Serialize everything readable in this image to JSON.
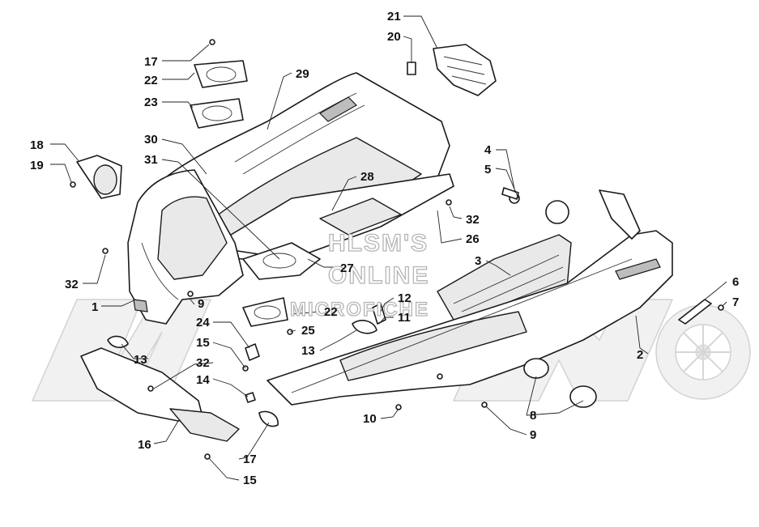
{
  "watermark": {
    "line1": "HLSM'S",
    "line2": "ONLINE",
    "line3": "MICROFICHE"
  },
  "callouts": [
    {
      "id": "c17a",
      "label": "17"
    },
    {
      "id": "c22a",
      "label": "22"
    },
    {
      "id": "c23",
      "label": "23"
    },
    {
      "id": "c29",
      "label": "29"
    },
    {
      "id": "c21",
      "label": "21"
    },
    {
      "id": "c20",
      "label": "20"
    },
    {
      "id": "c18",
      "label": "18"
    },
    {
      "id": "c19",
      "label": "19"
    },
    {
      "id": "c30",
      "label": "30"
    },
    {
      "id": "c31",
      "label": "31"
    },
    {
      "id": "c28",
      "label": "28"
    },
    {
      "id": "c4",
      "label": "4"
    },
    {
      "id": "c5",
      "label": "5"
    },
    {
      "id": "c32a",
      "label": "32"
    },
    {
      "id": "c26",
      "label": "26"
    },
    {
      "id": "c3",
      "label": "3"
    },
    {
      "id": "c27",
      "label": "27"
    },
    {
      "id": "c32b",
      "label": "32"
    },
    {
      "id": "c1",
      "label": "1"
    },
    {
      "id": "c9a",
      "label": "9"
    },
    {
      "id": "c12",
      "label": "12"
    },
    {
      "id": "c11",
      "label": "11"
    },
    {
      "id": "c22b",
      "label": "22"
    },
    {
      "id": "c6",
      "label": "6"
    },
    {
      "id": "c7",
      "label": "7"
    },
    {
      "id": "c24",
      "label": "24"
    },
    {
      "id": "c25",
      "label": "25"
    },
    {
      "id": "c15a",
      "label": "15"
    },
    {
      "id": "c13a",
      "label": "13"
    },
    {
      "id": "c2",
      "label": "2"
    },
    {
      "id": "c13b",
      "label": "13"
    },
    {
      "id": "c32c",
      "label": "32"
    },
    {
      "id": "c14",
      "label": "14"
    },
    {
      "id": "c8",
      "label": "8"
    },
    {
      "id": "c10",
      "label": "10"
    },
    {
      "id": "c9b",
      "label": "9"
    },
    {
      "id": "c16",
      "label": "16"
    },
    {
      "id": "c17b",
      "label": "17"
    },
    {
      "id": "c15b",
      "label": "15"
    }
  ]
}
